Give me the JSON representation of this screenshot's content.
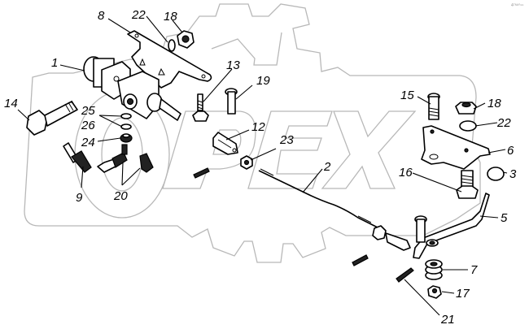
{
  "diagram": {
    "type": "exploded-parts-view",
    "watermark_text": "OPEX",
    "corner_mark": "4ᵀᴹ¹⁰⁹⁹",
    "callouts": [
      {
        "id": "c1",
        "label": "1"
      },
      {
        "id": "c2",
        "label": "2"
      },
      {
        "id": "c3",
        "label": "3"
      },
      {
        "id": "c5",
        "label": "5"
      },
      {
        "id": "c6",
        "label": "6"
      },
      {
        "id": "c7",
        "label": "7"
      },
      {
        "id": "c8",
        "label": "8"
      },
      {
        "id": "c9",
        "label": "9"
      },
      {
        "id": "c12",
        "label": "12"
      },
      {
        "id": "c13",
        "label": "13"
      },
      {
        "id": "c14",
        "label": "14"
      },
      {
        "id": "c15",
        "label": "15"
      },
      {
        "id": "c16",
        "label": "16"
      },
      {
        "id": "c17",
        "label": "17"
      },
      {
        "id": "c18a",
        "label": "18"
      },
      {
        "id": "c18b",
        "label": "18"
      },
      {
        "id": "c19",
        "label": "19"
      },
      {
        "id": "c20",
        "label": "20"
      },
      {
        "id": "c21",
        "label": "21"
      },
      {
        "id": "c22a",
        "label": "22"
      },
      {
        "id": "c22b",
        "label": "22"
      },
      {
        "id": "c23",
        "label": "23"
      },
      {
        "id": "c24",
        "label": "24"
      },
      {
        "id": "c25",
        "label": "25"
      },
      {
        "id": "c26",
        "label": "26"
      }
    ]
  }
}
